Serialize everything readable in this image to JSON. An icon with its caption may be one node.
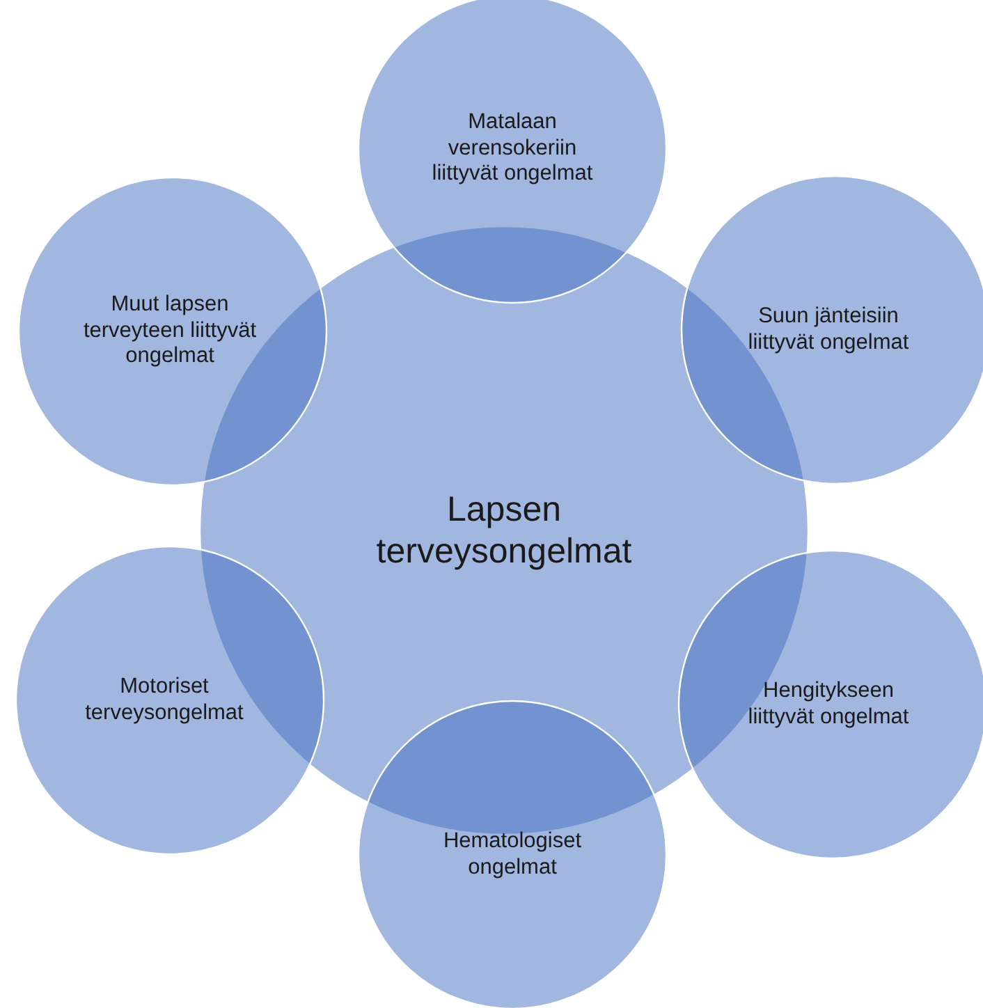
{
  "diagram": {
    "nodes": [
      {
        "text": [
          "Lapsen terveysongelmat"
        ]
      },
      {
        "text": [
          "Matalaan verensokeriin liittyvät ongelmat"
        ]
      },
      {
        "text": [
          "Muut lapsen terveyteen liittyvät ongelmat"
        ]
      },
      {
        "text": [
          "Suun jänteisiin liittyvät ongelmat"
        ]
      },
      {
        "text": [
          "Motoriset terveysongelmat"
        ]
      },
      {
        "text": [
          "Hengitykseen liittyvät ongelmat"
        ]
      },
      {
        "text": [
          "Hematologiset ongelmat"
        ]
      }
    ]
  }
}
